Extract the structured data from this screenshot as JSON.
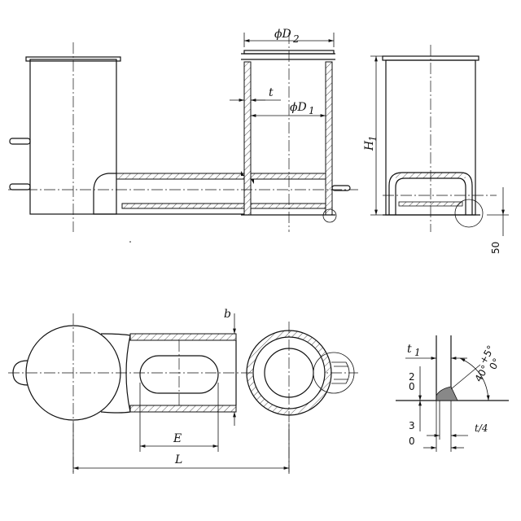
{
  "labels": {
    "d2": "ϕD",
    "d2_sub": "2",
    "d1": "ϕD",
    "d1_sub": "1",
    "t": "t",
    "h1": "H",
    "h1_sub": "1",
    "fifty": "50",
    "b": "b",
    "e": "E",
    "l": "L",
    "t1": "t",
    "t1_sub": "1",
    "dev_top_a": "2",
    "dev_top_b": "0",
    "dev_bot_a": "3",
    "dev_bot_b": "0",
    "t_over_4": "t/4",
    "angle_main": "40°",
    "angle_tol_plus": "+5°",
    "angle_tol_zero": "0°"
  },
  "colors": {
    "line": "#111111",
    "weld": "#888888",
    "background": "#ffffff"
  }
}
